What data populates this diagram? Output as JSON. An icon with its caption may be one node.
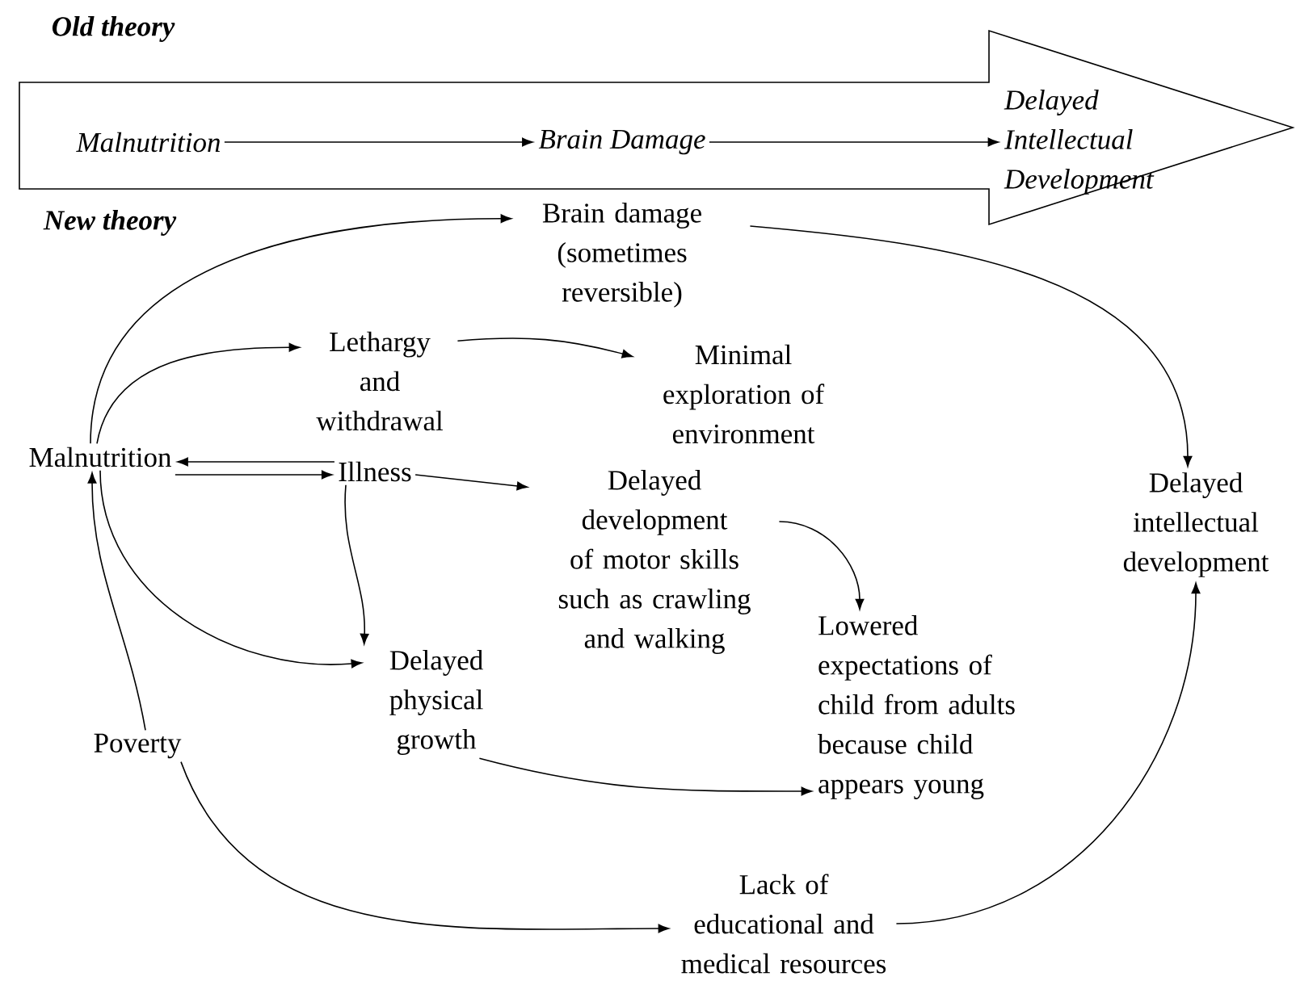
{
  "diagram": {
    "nodes": [
      {
        "text": [],
        "shape": "arrow"
      },
      {
        "text": [
          "Malnutrition"
        ],
        "in": 0
      },
      {
        "text": [
          "Brain Damage"
        ],
        "in": 0
      },
      {
        "text": [
          "Delayed Intellectual Development"
        ],
        "in": 0
      },
      {
        "text": [
          "Malnutrition"
        ]
      },
      {
        "text": [
          "Brain damage (sometimes reversible)"
        ]
      },
      {
        "text": [
          "Lethargy and withdrawal"
        ]
      },
      {
        "text": [
          "Minimal exploration of environment"
        ]
      },
      {
        "text": [
          "Illness"
        ]
      },
      {
        "text": [
          "Delayed development of motor skills such as crawling and walking"
        ]
      },
      {
        "text": [
          "Delayed intellectual development"
        ]
      },
      {
        "text": [
          "Lowered expectations of child from adults because child appears young"
        ]
      },
      {
        "text": [
          "Delayed physical growth"
        ]
      },
      {
        "text": [
          "Poverty"
        ]
      },
      {
        "text": [
          "Lack of educational and medical resources"
        ]
      }
    ],
    "edges": [
      {
        "from": 1,
        "to": 2,
        "arrow": "to"
      },
      {
        "from": 2,
        "to": 3,
        "arrow": "to"
      },
      {
        "from": 4,
        "to": 5,
        "arrow": "to"
      },
      {
        "from": 4,
        "to": 6,
        "arrow": "to"
      },
      {
        "from": 6,
        "to": 7,
        "arrow": "to"
      },
      {
        "from": 8,
        "to": 4,
        "arrow": "to"
      },
      {
        "from": 4,
        "to": 8,
        "arrow": "to"
      },
      {
        "from": 8,
        "to": 9,
        "arrow": "to"
      },
      {
        "from": 4,
        "to": 12,
        "arrow": "to"
      },
      {
        "from": 8,
        "to": 12,
        "arrow": "to"
      },
      {
        "from": 5,
        "to": 10,
        "arrow": "to"
      },
      {
        "from": 9,
        "to": 11,
        "arrow": "to"
      },
      {
        "from": 12,
        "to": 11,
        "arrow": "to"
      },
      {
        "from": 13,
        "to": 4,
        "arrow": "to"
      },
      {
        "from": 13,
        "to": 14,
        "arrow": "to"
      },
      {
        "from": 14,
        "to": 10,
        "arrow": "to"
      }
    ],
    "labels": [
      "Old theory",
      "New theory"
    ]
  }
}
